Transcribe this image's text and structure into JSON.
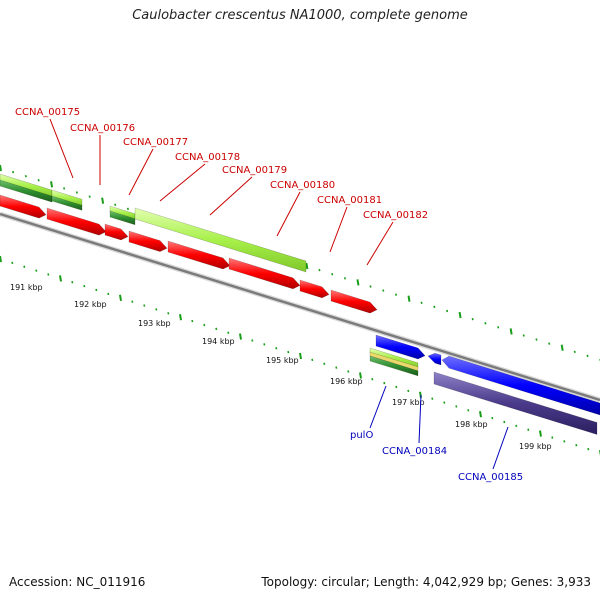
{
  "title": "Caulobacter crescentus NA1000, complete genome",
  "footer": {
    "accession": "Accession: NC_011916",
    "summary": "Topology: circular; Length: 4,042,929 bp; Genes: 3,933"
  },
  "colors": {
    "forward_gene": "#ff0000",
    "reverse_gene": "#0000ff",
    "reverse_gene_dark": "#4a3a8a",
    "light_green": "#a8f04a",
    "dark_green": "#2f8f2f",
    "backbone": "#888888",
    "tick": "#1a9e1a",
    "forward_label": "#cc0000",
    "reverse_label": "#0000bb"
  },
  "forward_genes": [
    "CCNA_00175",
    "CCNA_00176",
    "CCNA_00177",
    "CCNA_00178",
    "CCNA_00179",
    "CCNA_00180",
    "CCNA_00181",
    "CCNA_00182"
  ],
  "reverse_genes": [
    "pulO",
    "CCNA_00184",
    "CCNA_00185"
  ],
  "ticks": [
    "191 kbp",
    "192 kbp",
    "193 kbp",
    "194 kbp",
    "195 kbp",
    "196 kbp",
    "197 kbp",
    "198 kbp",
    "199 kbp"
  ]
}
